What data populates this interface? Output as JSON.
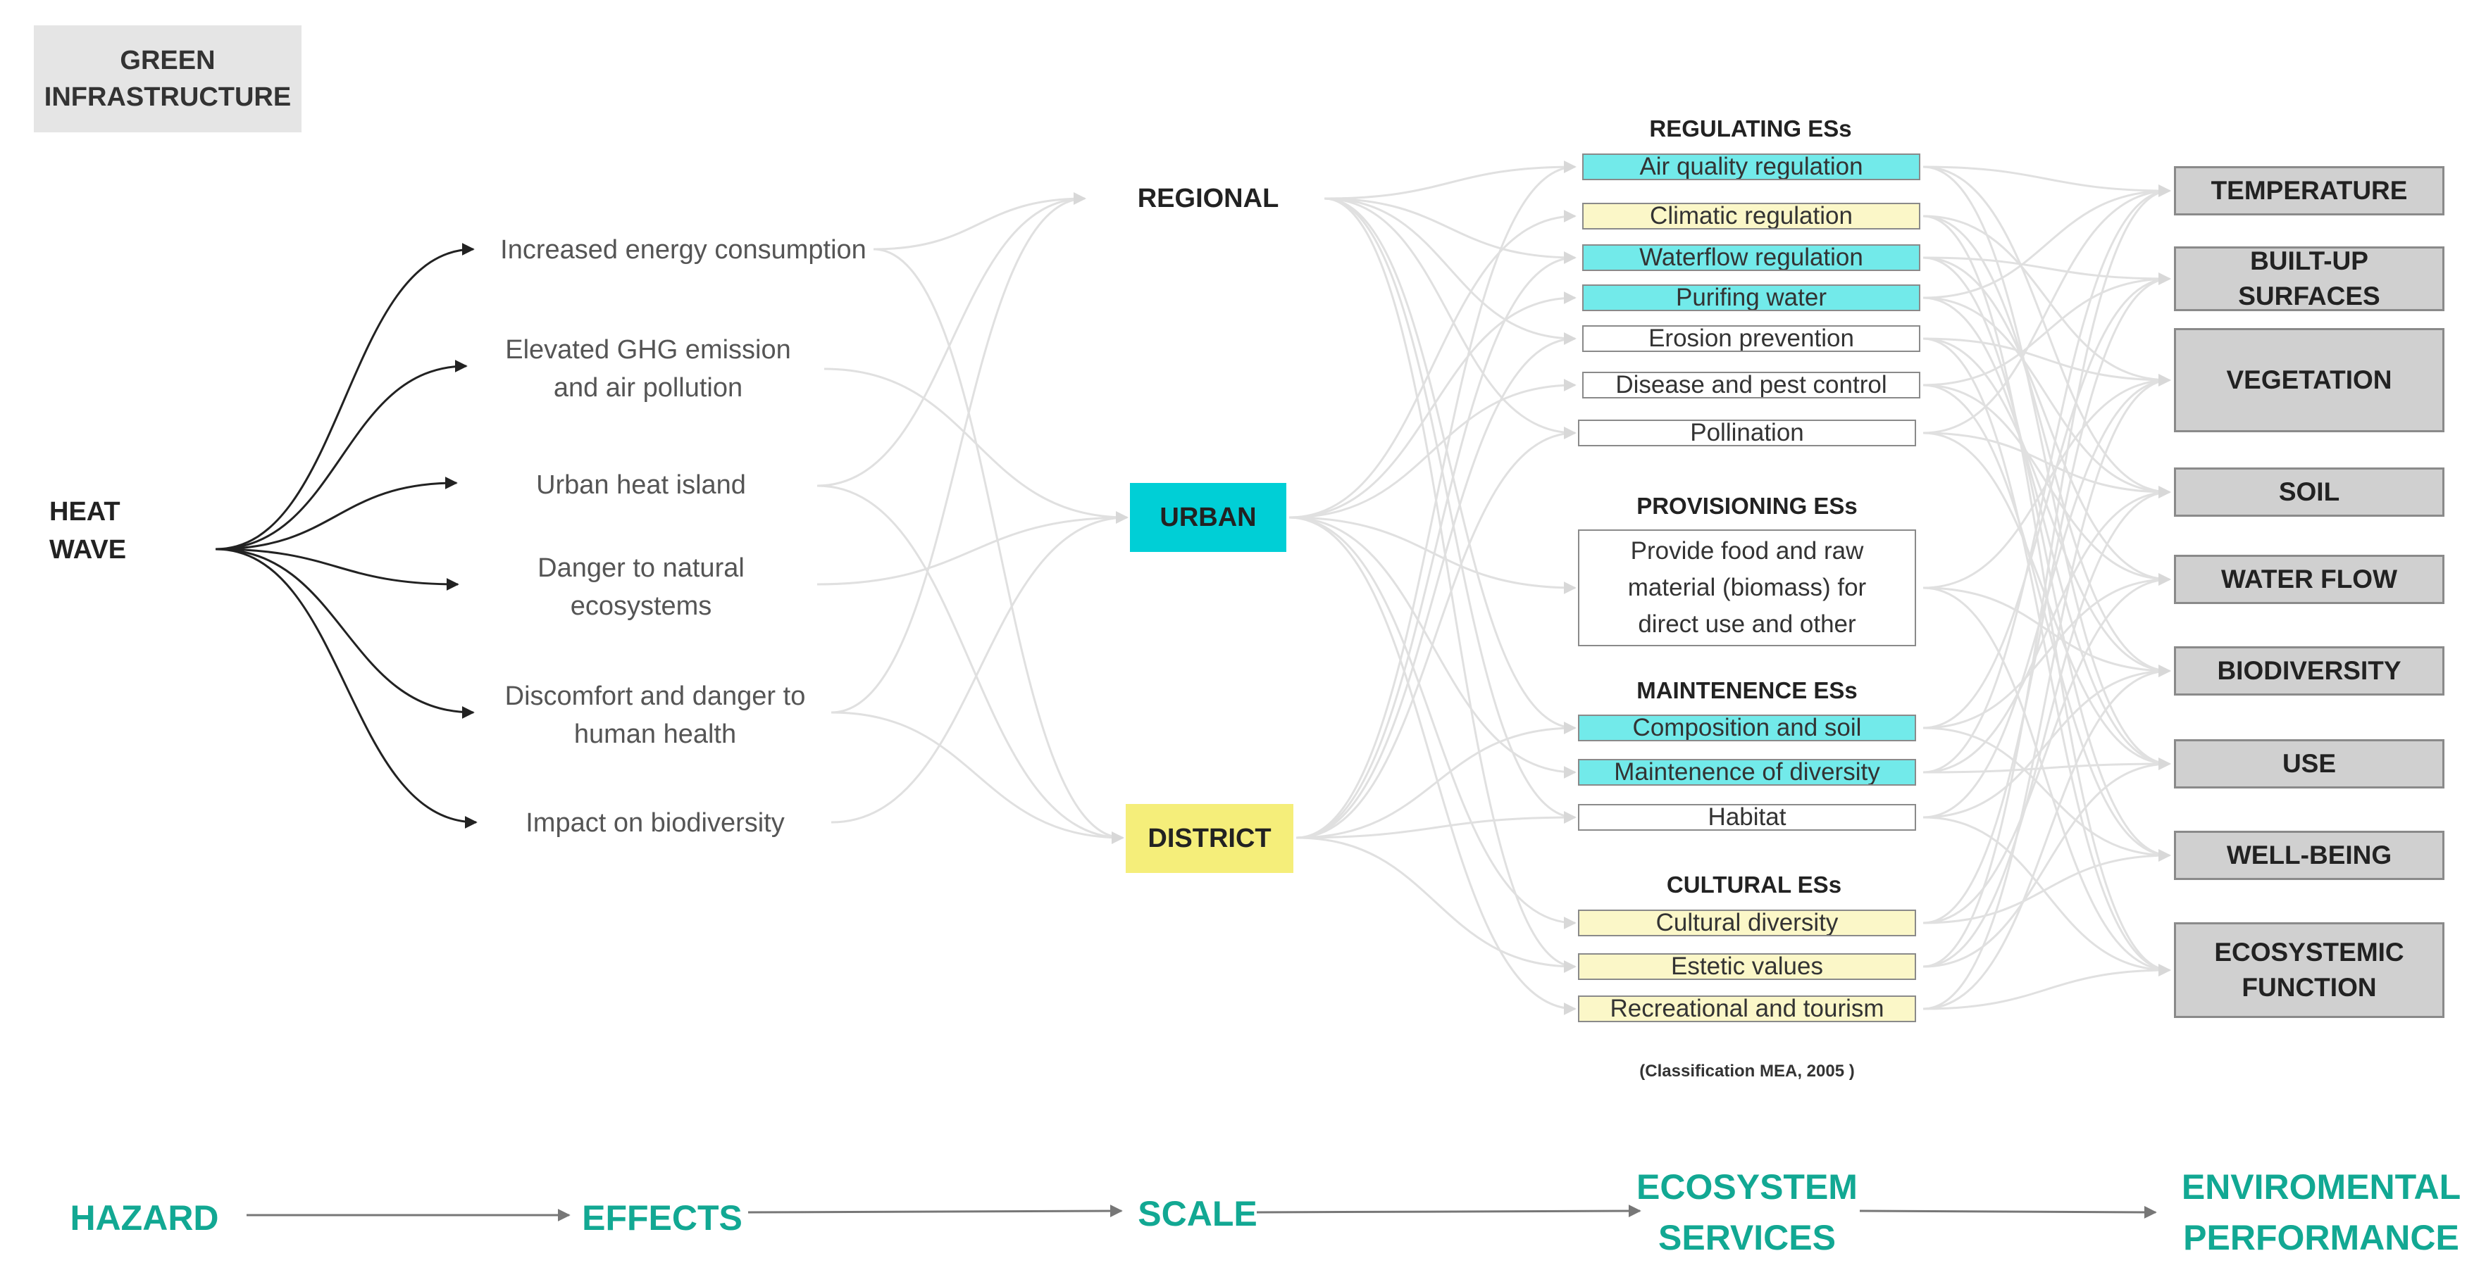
{
  "title": "GREEN INFRASTRUCTURE",
  "hazard": "HEAT WAVE",
  "effects": [
    "Increased energy consumption",
    "Elevated GHG emission and air pollution",
    "Urban heat island",
    "Danger to natural ecosystems",
    "Discomfort and danger to human health",
    "Impact on biodiversity"
  ],
  "scales": [
    {
      "label": "REGIONAL",
      "color": "#ffffff"
    },
    {
      "label": "URBAN",
      "color": "#00cfd6"
    },
    {
      "label": "DISTRICT",
      "color": "#f5ee7a"
    }
  ],
  "ecosystem_services": {
    "regulating": {
      "title": "REGULATING ESs",
      "items": [
        {
          "label": "Air quality regulation",
          "fill": "cyan"
        },
        {
          "label": "Climatic regulation",
          "fill": "yellow"
        },
        {
          "label": "Waterflow regulation",
          "fill": "cyan"
        },
        {
          "label": "Purifing water",
          "fill": "cyan"
        },
        {
          "label": "Erosion prevention",
          "fill": "white"
        },
        {
          "label": "Disease and pest control",
          "fill": "white"
        },
        {
          "label": "Pollination",
          "fill": "white"
        }
      ]
    },
    "provisioning": {
      "title": "PROVISIONING ESs",
      "items": [
        {
          "label": "Provide food and raw material (biomass) for direct use and other",
          "fill": "white"
        }
      ]
    },
    "maintenance": {
      "title": "MAINTENENCE ESs",
      "items": [
        {
          "label": "Composition and soil",
          "fill": "cyan"
        },
        {
          "label": "Maintenence of diversity",
          "fill": "cyan"
        },
        {
          "label": "Habitat",
          "fill": "white"
        }
      ]
    },
    "cultural": {
      "title": "CULTURAL ESs",
      "items": [
        {
          "label": "Cultural diversity",
          "fill": "yellow"
        },
        {
          "label": "Estetic values",
          "fill": "yellow"
        },
        {
          "label": "Recreational and tourism",
          "fill": "yellow"
        }
      ]
    },
    "note": "(Classification MEA, 2005 )"
  },
  "performance": [
    "TEMPERATURE",
    "BUILT-UP SURFACES",
    "VEGETATION",
    "SOIL",
    "WATER FLOW",
    "BIODIVERSITY",
    "USE",
    "WELL-BEING",
    "ECOSYSTEMIC FUNCTION"
  ],
  "stages": [
    "HAZARD",
    "EFFECTS",
    "SCALE",
    "ECOSYSTEM SERVICES",
    "ENVIROMENTAL PERFORMANCE"
  ],
  "colors": {
    "cyan": "#72eaea",
    "yellow": "#fbf7c8",
    "stage_text": "#12a893",
    "connector": "#e0e0e0",
    "hazard_arrow": "#222222",
    "stage_arrow": "#777777"
  }
}
